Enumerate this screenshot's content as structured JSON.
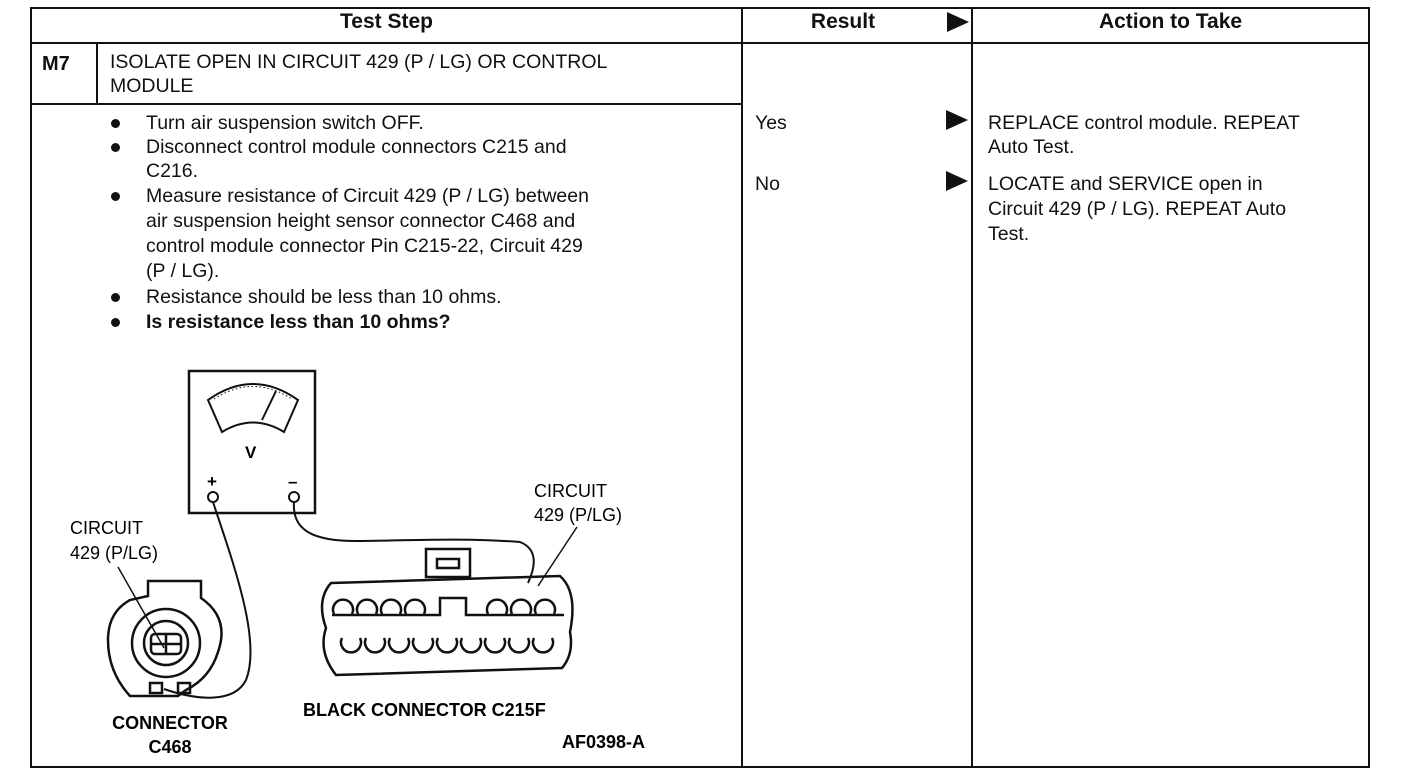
{
  "table": {
    "headers": {
      "test_step": "Test Step",
      "result": "Result",
      "action": "Action to Take"
    },
    "step_id": "M7",
    "step_title_line1": "ISOLATE OPEN IN CIRCUIT 429 (P / LG) OR CONTROL",
    "step_title_line2": "MODULE",
    "instructions": [
      {
        "lines": [
          "Turn air suspension switch OFF."
        ],
        "bold": false
      },
      {
        "lines": [
          "Disconnect control module connectors C215 and",
          "C216."
        ],
        "bold": false
      },
      {
        "lines": [
          "Measure resistance of Circuit 429 (P / LG) between",
          "air suspension height sensor connector C468 and",
          "control module connector Pin C215-22, Circuit 429",
          "(P / LG)."
        ],
        "bold": false
      },
      {
        "lines": [
          "Resistance should be less than 10 ohms."
        ],
        "bold": false
      },
      {
        "lines": [
          "Is resistance less than 10 ohms?"
        ],
        "bold": true
      }
    ],
    "results": [
      {
        "label": "Yes",
        "action_lines": [
          "REPLACE control module. REPEAT",
          "Auto Test."
        ]
      },
      {
        "label": "No",
        "action_lines": [
          "LOCATE and SERVICE open in",
          "Circuit 429 (P / LG). REPEAT Auto",
          "Test."
        ]
      }
    ]
  },
  "diagram": {
    "meter_label": "V",
    "plus_label": "+",
    "minus_label": "–",
    "circuit_left_line1": "CIRCUIT",
    "circuit_left_line2": "429 (P/LG)",
    "circuit_right_line1": "CIRCUIT",
    "circuit_right_line2": "429 (P/LG)",
    "connector_c468_line1": "CONNECTOR",
    "connector_c468_line2": "C468",
    "black_connector_label": "BLACK CONNECTOR C215F",
    "figure_code": "AF0398-A"
  }
}
